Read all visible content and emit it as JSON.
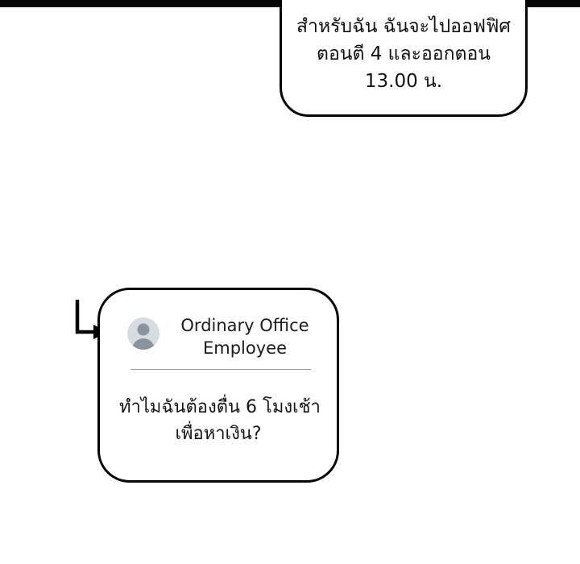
{
  "colors": {
    "ink": "#050505",
    "background": "#ffffff",
    "avatar_bg": "#d7dce2",
    "avatar_fg": "#8b939d",
    "divider": "#9aa0a6"
  },
  "top_bubble": {
    "lines": {
      "0": "สำหรับฉัน ฉันจะไปออฟฟิศ",
      "1": "ตอนตี 4 และออกตอน",
      "2": "13.00 น."
    }
  },
  "reply_bubble": {
    "author": "Ordinary Office Employee",
    "message_lines": {
      "0": "ทำไมฉันต้องตื่น 6 โมงเช้า",
      "1": "เพื่อหาเงิน?"
    }
  },
  "icons": {
    "avatar": "person-avatar-icon",
    "arrow": "reply-arrow-icon"
  }
}
